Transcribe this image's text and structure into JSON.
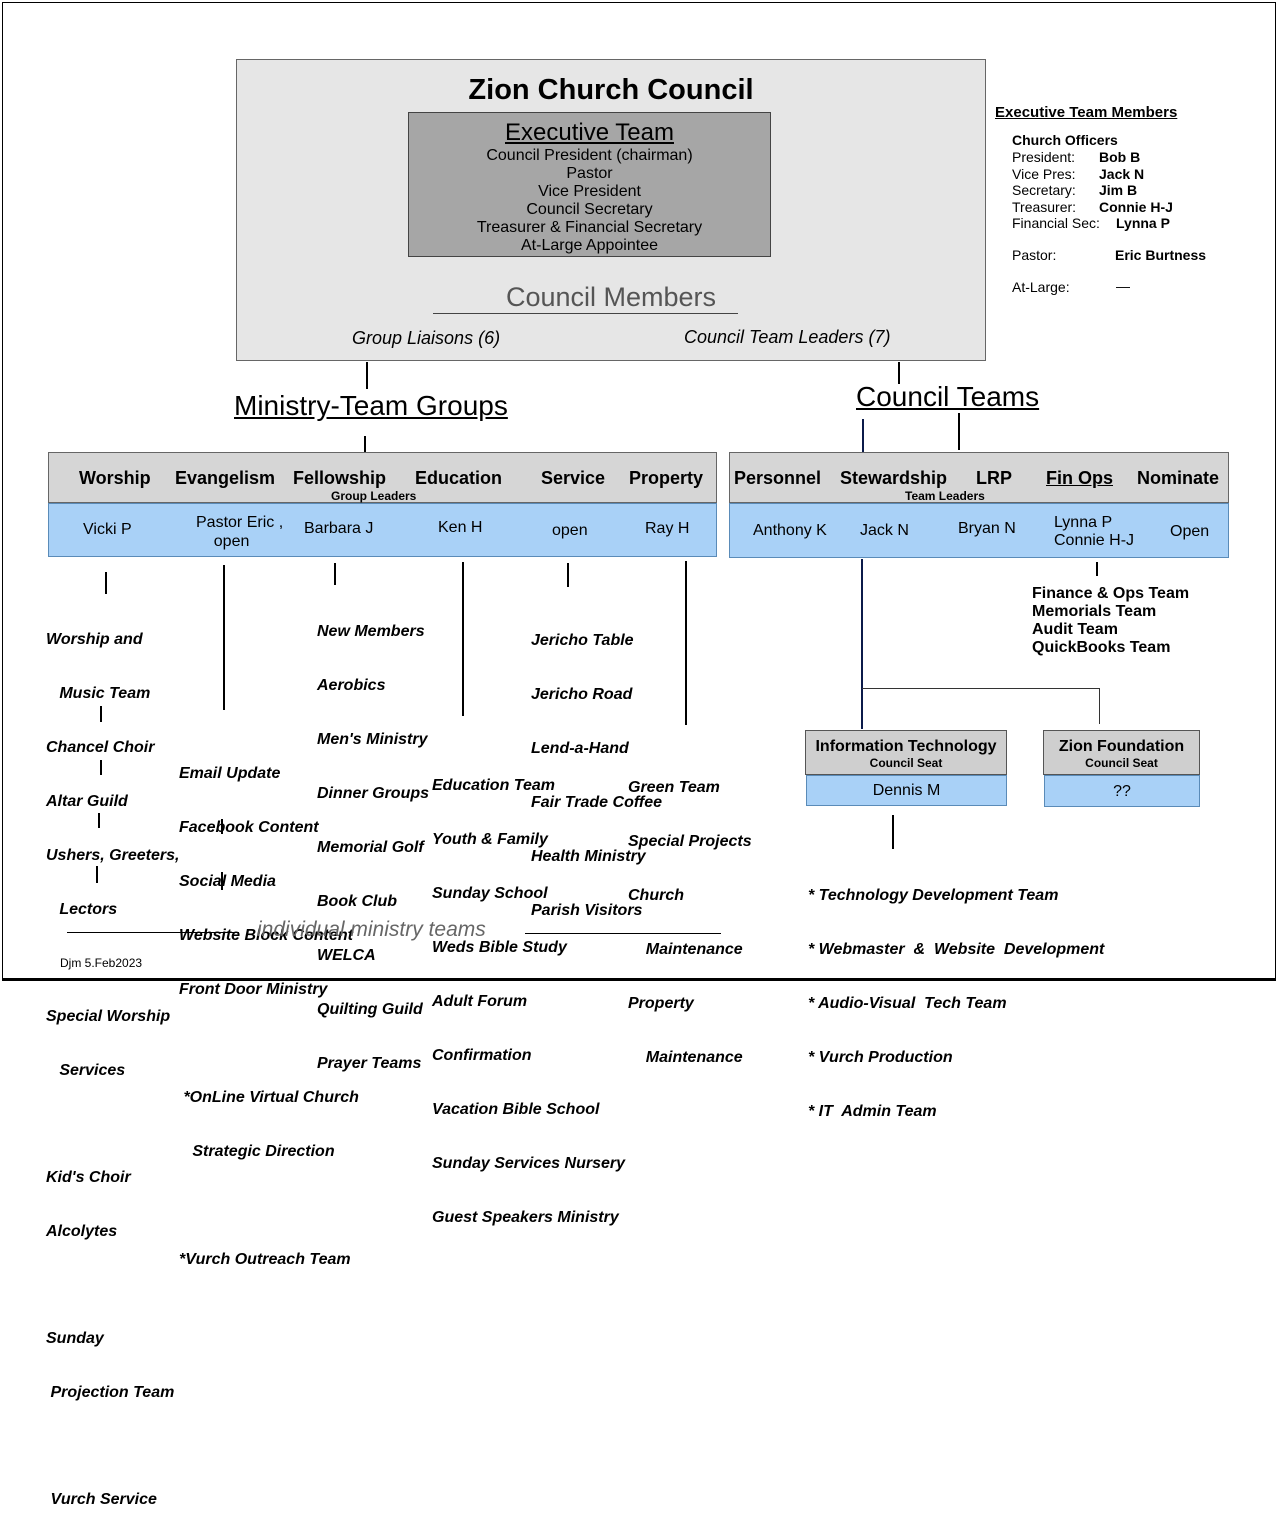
{
  "council": {
    "title": "Zion Church Council",
    "exec_title": "Executive Team",
    "exec_roles": [
      "Council President (chairman)",
      "Pastor",
      "Vice President",
      "Council Secretary",
      "Treasurer  &  Financial Secretary",
      "At-Large Appointee"
    ],
    "members_title": "Council Members",
    "group_liaisons": "Group Liaisons  (6)",
    "team_leaders": "Council  Team Leaders  (7)"
  },
  "exec_members": {
    "title": "Executive Team Members",
    "officers_title": "Church Officers",
    "officers": [
      {
        "role": "President:",
        "name": "Bob B"
      },
      {
        "role": "Vice Pres:",
        "name": "Jack N"
      },
      {
        "role": "Secretary:",
        "name": "Jim B"
      },
      {
        "role": "Treasurer:",
        "name": "Connie H-J"
      },
      {
        "role": "Financial Sec:",
        "name": "Lynna P"
      }
    ],
    "pastor_label": "Pastor:",
    "pastor_name": "Eric  Burtness",
    "atlarge_label": "At-Large:",
    "atlarge_name": "—"
  },
  "ministry": {
    "title": "Ministry-Team Groups",
    "sub": "Group  Leaders",
    "groups": [
      {
        "name": "Worship",
        "leader": "Vicki  P"
      },
      {
        "name": "Evangelism",
        "leader": "Pastor Eric ,\n    open"
      },
      {
        "name": "Fellowship",
        "leader": "Barbara  J"
      },
      {
        "name": "Education",
        "leader": "Ken H"
      },
      {
        "name": "Service",
        "leader": "open"
      },
      {
        "name": "Property",
        "leader": "Ray  H"
      }
    ],
    "lists": {
      "worship": [
        "Worship and",
        "   Music Team",
        "Chancel Choir",
        "Altar Guild",
        "Ushers, Greeters,",
        "   Lectors",
        "",
        "Special Worship",
        "   Services",
        "",
        "Kid's Choir",
        "Alcolytes",
        "",
        "Sunday",
        " Projection Team",
        "",
        " Vurch Service"
      ],
      "evangelism": [
        "Email Update",
        "Facebook Content",
        "Social Media",
        "Website Block Content",
        "Front Door Ministry",
        "",
        " *OnLine Virtual Church",
        "   Strategic Direction",
        "",
        "*Vurch Outreach Team"
      ],
      "fellowship": [
        "New Members",
        "Aerobics",
        "Men's Ministry",
        "Dinner Groups",
        "Memorial Golf",
        "Book Club",
        "WELCA",
        "Quilting Guild",
        "Prayer Teams"
      ],
      "education": [
        "Education Team",
        "Youth & Family",
        "Sunday School",
        "Weds Bible Study",
        "Adult Forum",
        "Confirmation",
        "Vacation Bible School",
        "Sunday Services Nursery",
        "Guest Speakers Ministry"
      ],
      "service": [
        "Jericho Table",
        "Jericho Road",
        "Lend-a-Hand",
        "Fair Trade Coffee",
        "Health Ministry",
        "Parish Visitors"
      ],
      "property": [
        "Green Team",
        "Special Projects",
        "Church",
        "    Maintenance",
        "Property",
        "    Maintenance"
      ]
    },
    "footer": "individual ministry teams"
  },
  "council_teams": {
    "title": "Council Teams",
    "sub": "Team Leaders",
    "teams": [
      {
        "name": "Personnel",
        "leader": "Anthony K"
      },
      {
        "name": "Stewardship",
        "leader": "Jack N"
      },
      {
        "name": "LRP",
        "leader": "Bryan N"
      },
      {
        "name": "Fin Ops",
        "leader": "Lynna P\nConnie H-J"
      },
      {
        "name": "Nominate",
        "leader": "Open"
      }
    ],
    "finops_list": [
      "Finance & Ops Team",
      "Memorials Team",
      "Audit Team",
      "QuickBooks Team"
    ],
    "it": {
      "title": "Information Technology",
      "seat": "Council Seat",
      "leader": "Dennis M"
    },
    "foundation": {
      "title": "Zion Foundation",
      "seat": "Council Seat",
      "leader": "??"
    },
    "it_list": [
      "* Technology Development Team",
      "* Webmaster  &  Website  Development",
      "* Audio-Visual  Tech Team",
      "* Vurch Production",
      "* IT  Admin Team"
    ]
  },
  "footer_note": "Djm  5.Feb2023"
}
